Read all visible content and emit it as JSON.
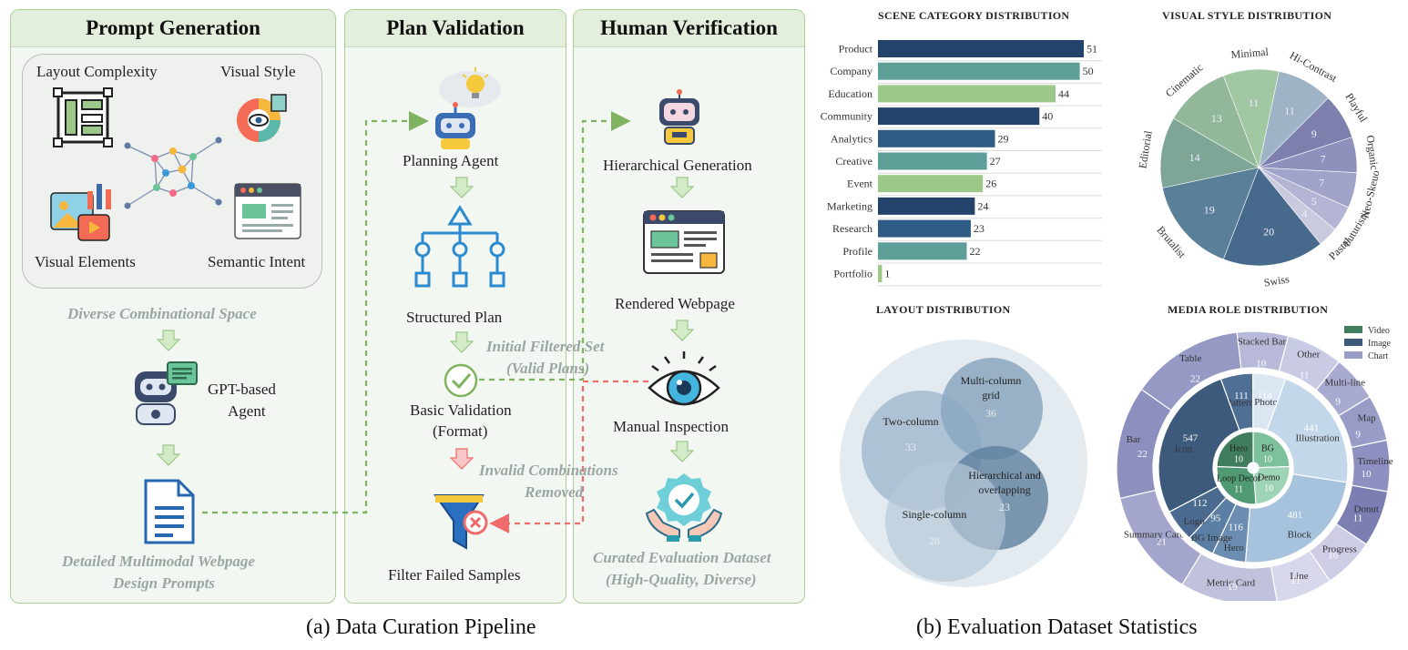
{
  "pipeline": {
    "panels": {
      "prompt": "Prompt Generation",
      "plan": "Plan Validation",
      "human": "Human Verification"
    },
    "prompt": {
      "layout_complexity": "Layout Complexity",
      "visual_style": "Visual Style",
      "visual_elements": "Visual Elements",
      "semantic_intent": "Semantic Intent",
      "diverse_space": "Diverse Combinational Space",
      "agent_line1": "GPT-based",
      "agent_line2": "Agent",
      "output_line1": "Detailed Multimodal Webpage",
      "output_line2": "Design Prompts"
    },
    "plan": {
      "planning_agent": "Planning Agent",
      "structured_plan": "Structured Plan",
      "basic_validation_line1": "Basic Validation",
      "basic_validation_line2": "(Format)",
      "filter_failed": "Filter Failed Samples",
      "initial_set_line1": "Initial Filtered Set",
      "initial_set_line2": "(Valid Plans)",
      "invalid_line1": "Invalid Combinations",
      "invalid_line2": "Removed"
    },
    "human": {
      "hier_gen": "Hierarchical Generation",
      "rendered": "Rendered Webpage",
      "manual": "Manual Inspection",
      "curated_line1": "Curated Evaluation Dataset",
      "curated_line2": "(High-Quality, Diverse)"
    },
    "caption": "(a) Data Curation Pipeline"
  },
  "stats_caption": "(b) Evaluation Dataset Statistics",
  "colors": {
    "navy": "#24436b",
    "teal": "#5f9f9a",
    "green": "#9cc88a",
    "panel_border": "#a9cf92",
    "arrow_green": "#7fb35f",
    "arrow_red": "#f06b6b"
  },
  "chart_data": [
    {
      "type": "bar",
      "title": "SCENE CATEGORY DISTRIBUTION",
      "orientation": "horizontal",
      "categories": [
        "Product",
        "Company",
        "Education",
        "Community",
        "Analytics",
        "Creative",
        "Event",
        "Marketing",
        "Research",
        "Profile",
        "Portfolio"
      ],
      "values": [
        51,
        50,
        44,
        40,
        29,
        27,
        26,
        24,
        23,
        22,
        1
      ],
      "bar_colors": [
        "#24436b",
        "#5f9f9a",
        "#9cc88a",
        "#24436b",
        "#2f5b85",
        "#5f9f9a",
        "#9cc88a",
        "#24436b",
        "#2f5b85",
        "#5f9f9a",
        "#9cc88a"
      ],
      "xlim": [
        0,
        60
      ]
    },
    {
      "type": "pie",
      "title": "VISUAL STYLE DISTRIBUTION",
      "series": [
        {
          "label": "Cinematic",
          "value": 13,
          "color": "#92b899"
        },
        {
          "label": "Minimal",
          "value": 11,
          "color": "#a2c7a3"
        },
        {
          "label": "Hi-Contrast",
          "value": 11,
          "color": "#9fb3c7"
        },
        {
          "label": "Playful",
          "value": 9,
          "color": "#7d7fad"
        },
        {
          "label": "Organic",
          "value": 7,
          "color": "#8f90bb"
        },
        {
          "label": "Neo-Skeuo",
          "value": 7,
          "color": "#a2a3c9"
        },
        {
          "label": "Futuristic",
          "value": 5,
          "color": "#b4b5d4"
        },
        {
          "label": "Pastel",
          "value": 4,
          "color": "#c9cade"
        },
        {
          "label": "Swiss",
          "value": 20,
          "color": "#46698c"
        },
        {
          "label": "Brutalist",
          "value": 19,
          "color": "#5a7f99"
        },
        {
          "label": "Editorial",
          "value": 14,
          "color": "#7ea596"
        }
      ]
    },
    {
      "type": "bubble",
      "title": "LAYOUT DISTRIBUTION",
      "series": [
        {
          "label": "Multi-column grid",
          "value": 36
        },
        {
          "label": "Two-column",
          "value": 33
        },
        {
          "label": "Hierarchical and overlapping",
          "value": 23
        },
        {
          "label": "Single-column",
          "value": 28
        }
      ]
    },
    {
      "type": "sunburst",
      "title": "MEDIA ROLE DISTRIBUTION",
      "legend": [
        "Video",
        "Image",
        "Chart"
      ],
      "legend_colors": [
        "#3f7d5e",
        "#3d5a7c",
        "#9a9cc8"
      ],
      "inner": [
        {
          "label": "BG",
          "value": 10,
          "group": "Video"
        },
        {
          "label": "Demo",
          "value": 10,
          "group": "Video"
        },
        {
          "label": "Loop Decor",
          "value": 11,
          "group": "Video"
        },
        {
          "label": "Hero",
          "value": 10,
          "group": "Video"
        }
      ],
      "middle": [
        {
          "label": "Pattern",
          "value": 111,
          "group": "Image"
        },
        {
          "label": "Photo",
          "value": 114,
          "group": "Image"
        },
        {
          "label": "Illustration",
          "value": 441,
          "group": "Image"
        },
        {
          "label": "Block",
          "value": 481,
          "group": "Image"
        },
        {
          "label": "Hero",
          "value": 116,
          "group": "Image"
        },
        {
          "label": "BG Image",
          "value": 95,
          "group": "Image"
        },
        {
          "label": "Logo",
          "value": 112,
          "group": "Image"
        },
        {
          "label": "Icon",
          "value": 547,
          "group": "Image"
        }
      ],
      "outer": [
        {
          "label": "Stacked Bar",
          "value": 10,
          "group": "Chart"
        },
        {
          "label": "Other",
          "value": 11,
          "group": "Chart"
        },
        {
          "label": "Multi-line",
          "value": 9,
          "group": "Chart"
        },
        {
          "label": "Map",
          "value": 9,
          "group": "Chart"
        },
        {
          "label": "Timeline",
          "value": 10,
          "group": "Chart"
        },
        {
          "label": "Donut",
          "value": 11,
          "group": "Chart"
        },
        {
          "label": "Progress",
          "value": 10,
          "group": "Chart"
        },
        {
          "label": "Line",
          "value": 11,
          "group": "Chart"
        },
        {
          "label": "Metric Card",
          "value": 19,
          "group": "Chart"
        },
        {
          "label": "Summary Card",
          "value": 21,
          "group": "Chart"
        },
        {
          "label": "Bar",
          "value": 22,
          "group": "Chart"
        },
        {
          "label": "Table",
          "value": 22,
          "group": "Chart"
        }
      ]
    }
  ]
}
